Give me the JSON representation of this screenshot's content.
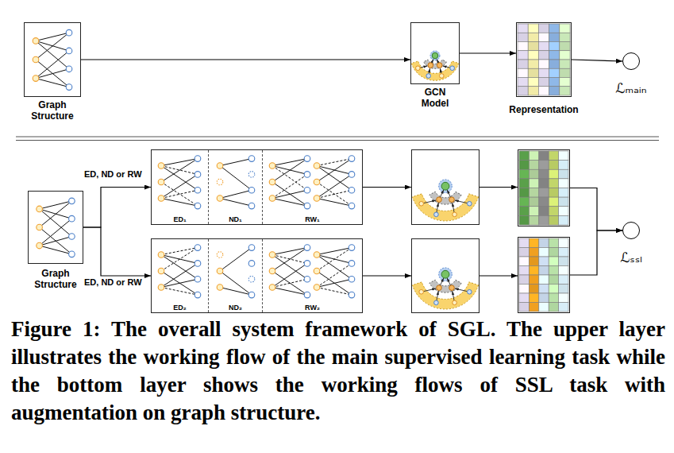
{
  "diagram": {
    "caption": "Figure 1: The overall system framework of SGL. The upper layer illustrates the working flow of the main supervised learning task while the bottom layer shows the working flows of SSL task with augmentation on graph structure.",
    "nodes": [
      {
        "text": [
          "Graph Structure"
        ]
      },
      {
        "text": [
          "GCN Model"
        ]
      },
      {
        "text": [
          "Representation"
        ]
      },
      {
        "text": [
          "ℒₘₐᵢₙ"
        ]
      },
      {
        "text": [
          "Graph Structure"
        ]
      },
      {
        "text": []
      },
      {
        "text": [
          "ED₁"
        ],
        "in": 5
      },
      {
        "text": [
          "ND₁"
        ],
        "in": 5
      },
      {
        "text": [
          "RW₁"
        ],
        "in": 5
      },
      {
        "text": []
      },
      {
        "text": [
          "ED₂"
        ],
        "in": 9
      },
      {
        "text": [
          "ND₂"
        ],
        "in": 9
      },
      {
        "text": [
          "RW₂"
        ],
        "in": 9
      },
      {
        "text": []
      },
      {
        "text": []
      },
      {
        "text": []
      },
      {
        "text": []
      },
      {
        "text": [
          "ℒₛₛₗ"
        ]
      }
    ],
    "edges": [
      {
        "from": 0,
        "to": 1,
        "arrow": "to"
      },
      {
        "from": 1,
        "to": 2,
        "arrow": "to"
      },
      {
        "from": 2,
        "to": 3,
        "arrow": "to"
      },
      {
        "from": 4,
        "to": 5,
        "label": "ED, ND or RW",
        "arrow": "to"
      },
      {
        "from": 4,
        "to": 9,
        "label": "ED, ND or RW",
        "arrow": "to"
      },
      {
        "from": 5,
        "to": 13,
        "arrow": "to"
      },
      {
        "from": 9,
        "to": 14,
        "arrow": "to"
      },
      {
        "from": 13,
        "to": 15,
        "arrow": "to"
      },
      {
        "from": 14,
        "to": 16,
        "arrow": "to"
      },
      {
        "from": 15,
        "to": 17,
        "arrow": "to"
      },
      {
        "from": 16,
        "to": 17,
        "arrow": "to"
      }
    ]
  }
}
